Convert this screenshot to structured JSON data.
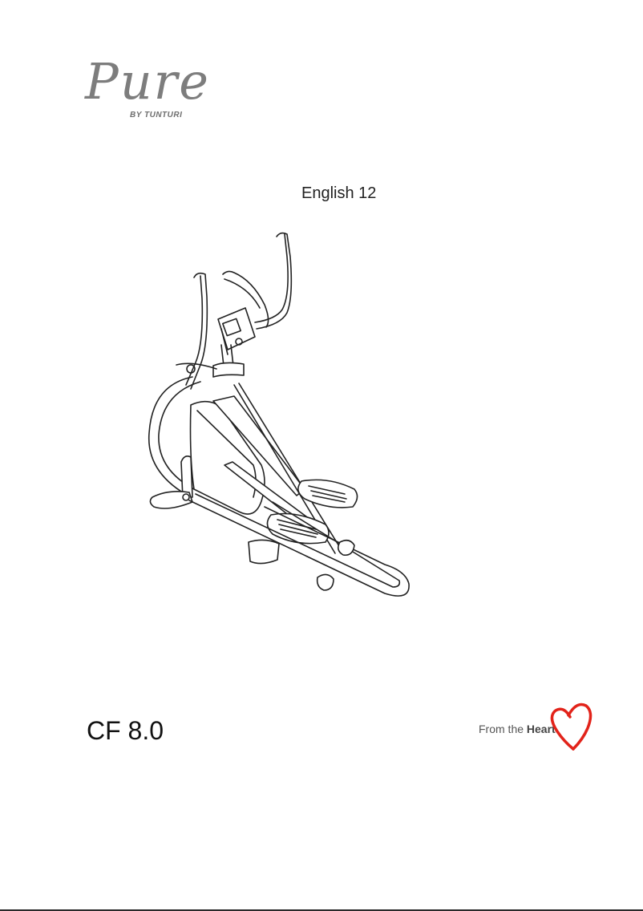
{
  "brand": {
    "logo_script": "Pure",
    "logo_sub": "BY TUNTURI",
    "logo_color": "#7d7d7d"
  },
  "document": {
    "language_label": "English 12",
    "model_name": "CF 8.0"
  },
  "illustration": {
    "subject": "elliptical cross trainer line drawing"
  },
  "tagline": {
    "text_regular": "From the ",
    "text_bold": "Heart",
    "heart_color": "#e2231a"
  }
}
